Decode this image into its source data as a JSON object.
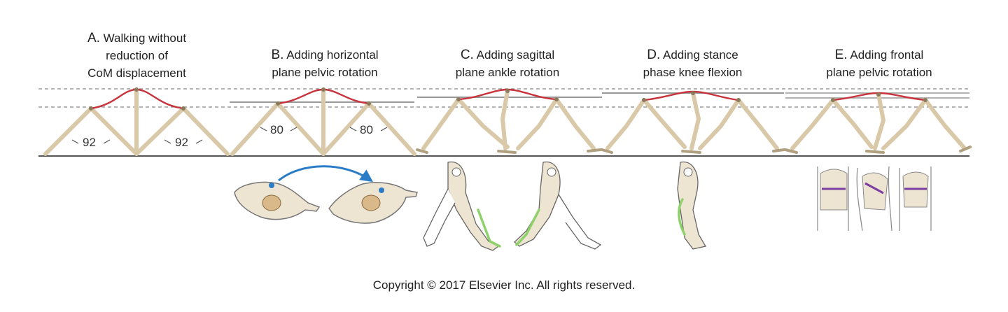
{
  "panels": [
    {
      "letter": "A.",
      "lines": [
        "Walking without",
        "reduction of",
        "CoM displacement"
      ],
      "angles": [
        "92",
        "92"
      ]
    },
    {
      "letter": "B.",
      "lines": [
        "Adding horizontal",
        "plane pelvic rotation"
      ],
      "angles": [
        "80",
        "80"
      ]
    },
    {
      "letter": "C.",
      "lines": [
        "Adding sagittal",
        "plane ankle rotation"
      ]
    },
    {
      "letter": "D.",
      "lines": [
        "Adding stance",
        "phase knee flexion"
      ]
    },
    {
      "letter": "E.",
      "lines": [
        "Adding frontal",
        "plane pelvic rotation"
      ]
    }
  ],
  "copyright": "Copyright © 2017 Elsevier Inc. All rights reserved.",
  "colors": {
    "com_path": "#c8323a",
    "leg": "#d9c9a8",
    "leg_outline": "#a8977a",
    "rotation_arrow": "#2a7cc7",
    "muscle_highlight": "#8fd16a",
    "pelvis_marker": "#7a3fa0",
    "dashed_guide": "#888888"
  }
}
